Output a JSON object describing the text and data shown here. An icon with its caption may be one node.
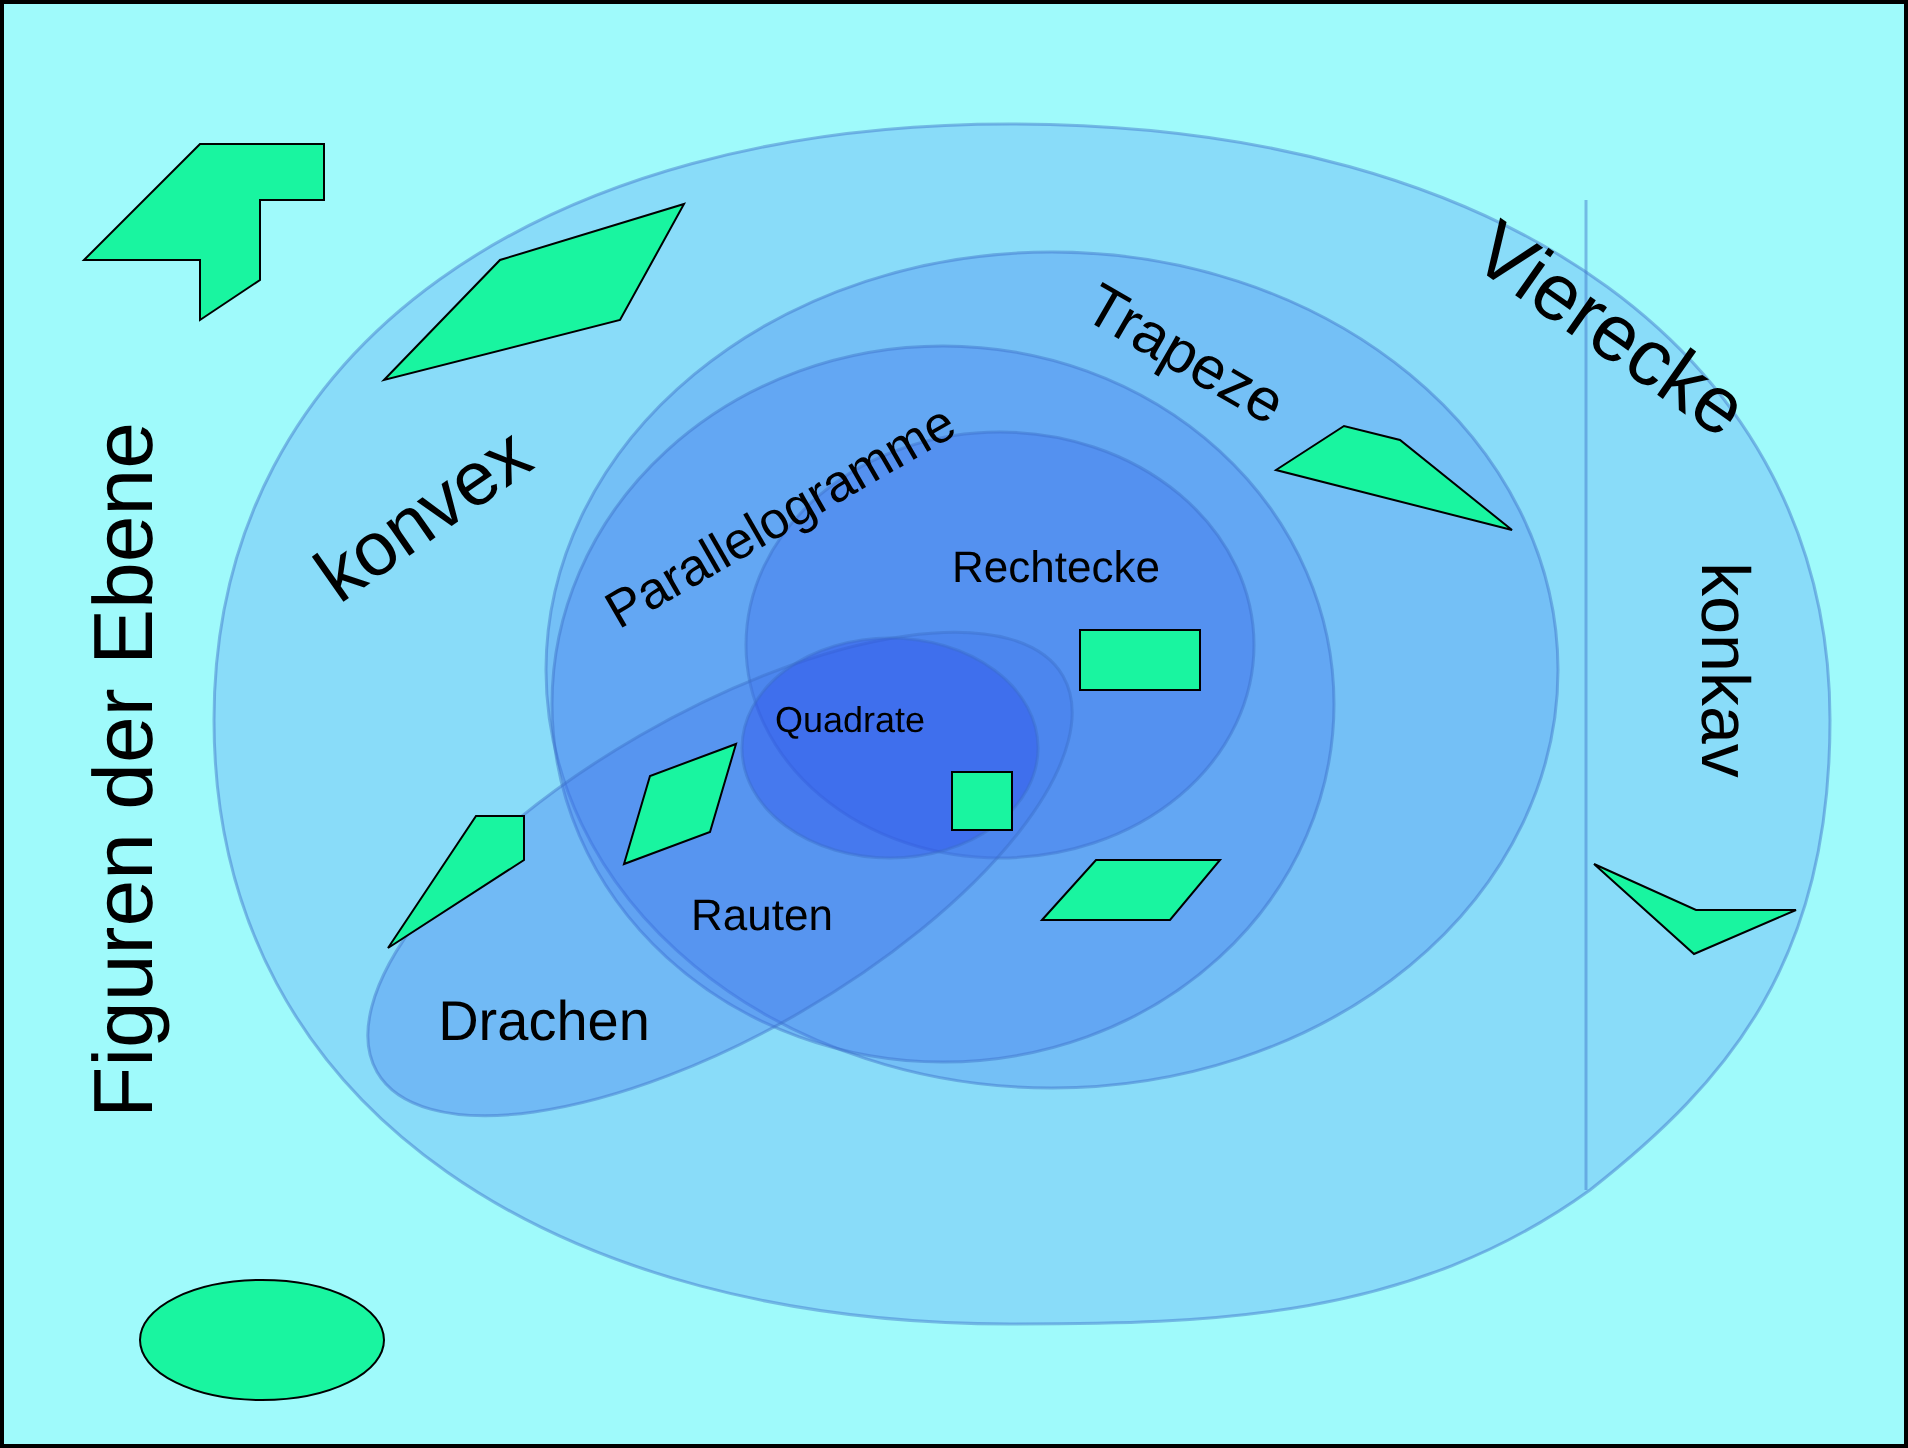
{
  "diagram": {
    "nodes": [
      {
        "text": [
          "Figuren der Ebene"
        ]
      },
      {
        "text": [
          "Vierecke"
        ],
        "in": 0
      },
      {
        "text": [
          "Trapeze"
        ],
        "in": 1
      },
      {
        "text": [
          "Parallelogramme"
        ],
        "in": 2
      },
      {
        "text": [
          "Rechtecke"
        ],
        "in": 3
      },
      {
        "text": [
          "Quadrate"
        ]
      },
      {
        "text": [
          "Drachen"
        ],
        "in": 1
      }
    ],
    "edges": [],
    "labels": [
      "konvex",
      "konkav",
      "Rauten"
    ]
  }
}
